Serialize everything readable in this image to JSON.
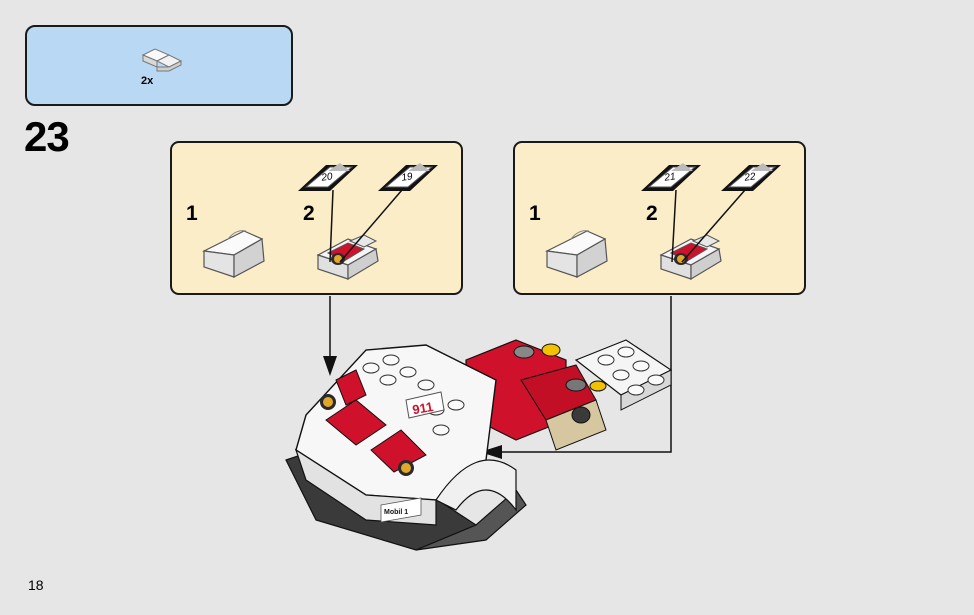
{
  "parts_box": {
    "quantity": "2x",
    "bg_color": "#b8d8f4"
  },
  "step": {
    "number": "23"
  },
  "callouts": [
    {
      "id": "left",
      "sub_steps": [
        "1",
        "2"
      ],
      "tiles": [
        "20",
        "19"
      ]
    },
    {
      "id": "right",
      "sub_steps": [
        "1",
        "2"
      ],
      "tiles": [
        "21",
        "22"
      ]
    }
  ],
  "model": {
    "decal_number": "911",
    "sponsor": "Mobil 1"
  },
  "page": {
    "number": "18"
  },
  "colors": {
    "callout_bg": "#fbedc8",
    "accent_red": "#d0112b",
    "page_bg": "#e6e6e6"
  }
}
